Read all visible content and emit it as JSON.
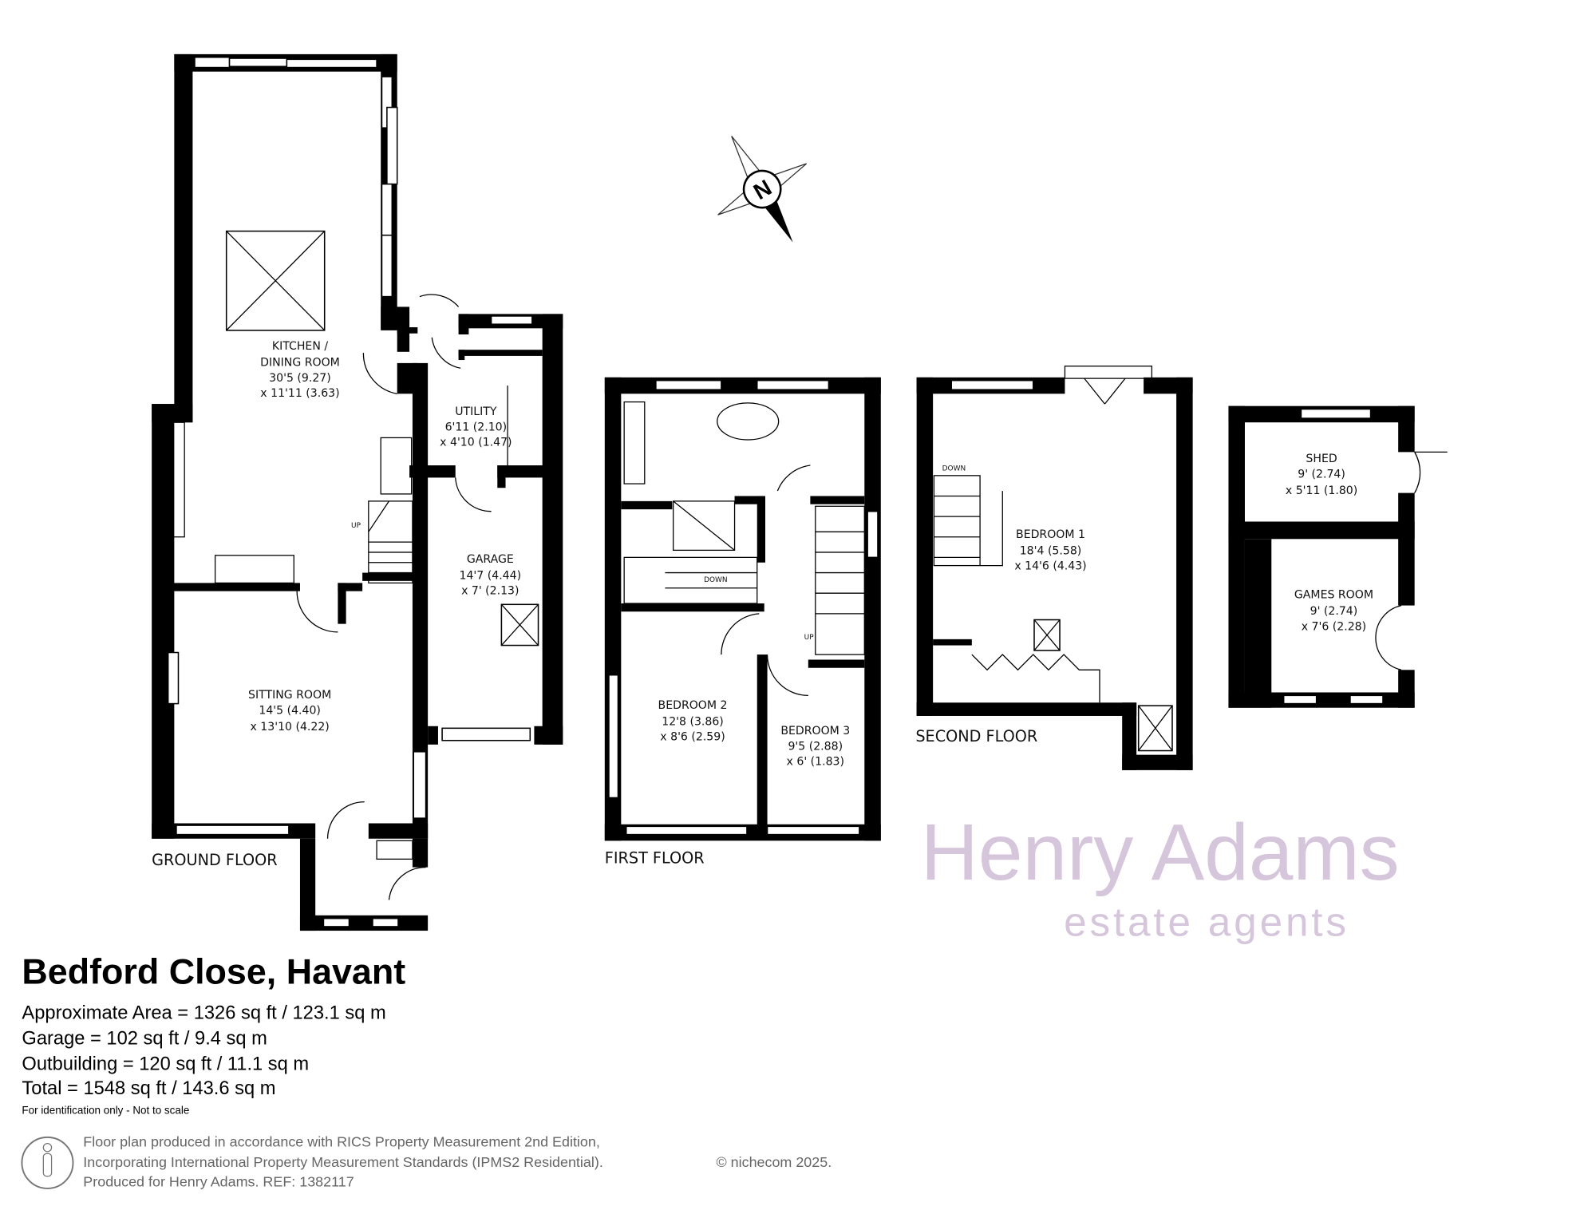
{
  "property": {
    "title": "Bedford Close, Havant",
    "areas": [
      "Approximate Area = 1326 sq ft / 123.1 sq m",
      "Garage = 102 sq ft / 9.4 sq m",
      "Outbuilding = 120 sq ft / 11.1 sq m",
      "Total = 1548 sq ft / 143.6 sq m"
    ],
    "disclaimer": "For identification only - Not to scale"
  },
  "footer": {
    "lines": [
      "Floor plan produced in accordance with RICS Property Measurement 2nd Edition,",
      "Incorporating International Property Measurement Standards (IPMS2 Residential).",
      "Produced for Henry Adams.   REF: 1382117"
    ],
    "copyright": "© nichecom 2025."
  },
  "watermark": {
    "line1": "Henry Adams",
    "line2": "estate agents"
  },
  "compass": {
    "label": "N"
  },
  "floors": {
    "ground": {
      "label": "GROUND FLOOR",
      "rooms": [
        {
          "name": "KITCHEN /",
          "name2": "DINING ROOM",
          "dim1": "30'5 (9.27)",
          "dim2": "x 11'11 (3.63)"
        },
        {
          "name": "UTILITY",
          "dim1": "6'11 (2.10)",
          "dim2": "x 4'10 (1.47)"
        },
        {
          "name": "GARAGE",
          "dim1": "14'7 (4.44)",
          "dim2": "x 7' (2.13)"
        },
        {
          "name": "SITTING ROOM",
          "dim1": "14'5 (4.40)",
          "dim2": "x 13'10 (4.22)"
        }
      ],
      "stairs": "UP"
    },
    "first": {
      "label": "FIRST FLOOR",
      "rooms": [
        {
          "name": "BEDROOM 2",
          "dim1": "12'8 (3.86)",
          "dim2": "x 8'6 (2.59)"
        },
        {
          "name": "BEDROOM 3",
          "dim1": "9'5 (2.88)",
          "dim2": "x 6' (1.83)"
        }
      ],
      "stairs_down": "DOWN",
      "stairs_up": "UP"
    },
    "second": {
      "label": "SECOND FLOOR",
      "rooms": [
        {
          "name": "BEDROOM 1",
          "dim1": "18'4 (5.58)",
          "dim2": "x 14'6 (4.43)"
        }
      ],
      "stairs": "DOWN"
    },
    "outbuilding": {
      "rooms": [
        {
          "name": "SHED",
          "dim1": "9' (2.74)",
          "dim2": "x 5'11 (1.80)"
        },
        {
          "name": "GAMES ROOM",
          "dim1": "9' (2.74)",
          "dim2": "x 7'6 (2.28)"
        }
      ]
    }
  }
}
